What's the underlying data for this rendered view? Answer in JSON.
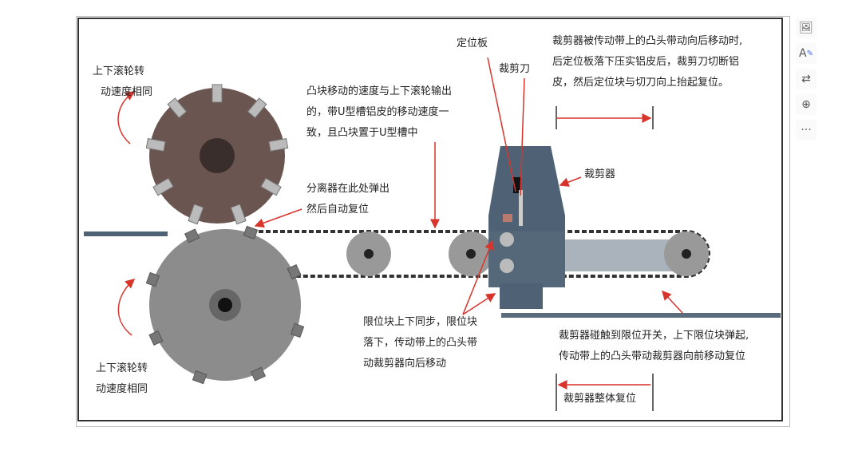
{
  "diagram": {
    "labels": {
      "top_roller_speed": [
        "上下滚轮转",
        "动速度相同"
      ],
      "bottom_roller_speed": [
        "上下滚轮转",
        "动速度相同"
      ],
      "positioning_plate": "定位板",
      "cutting_knife": "裁剪刀",
      "cam_speed": [
        "凸块移动的速度与上下滚轮输出",
        "的，带U型槽铝皮的移动速度一",
        "致，且凸块置于U型槽中"
      ],
      "separator": [
        "分离器在此处弹出",
        "然后自动复位"
      ],
      "cutter": "裁剪器",
      "cutter_motion": [
        "裁剪器被传动带上的凸头带动向后移动时,",
        "后定位板落下压实铝皮后，裁剪刀切断铝",
        "皮，然后定位块与切刀向上抬起复位。"
      ],
      "limit_block": [
        "限位块上下同步，限位块",
        "落下，传动带上的凸头带",
        "动裁剪器向后移动"
      ],
      "limit_switch": [
        "裁剪器碰触到限位开关，上下限位块弹起,",
        "传动带上的凸头带动裁剪器向前移动复位"
      ],
      "reset": "裁剪器整体复位"
    },
    "colors": {
      "annotation": "#d9342b",
      "top_roller": "#6b5550",
      "bottom_roller": "#8c8c8c",
      "cutter": "#4f6275"
    }
  },
  "toolbar": {
    "items": [
      "image-edit-icon",
      "text-edit-icon",
      "convert-icon",
      "zoom-in-icon",
      "more-icon"
    ],
    "more_label": "···"
  }
}
